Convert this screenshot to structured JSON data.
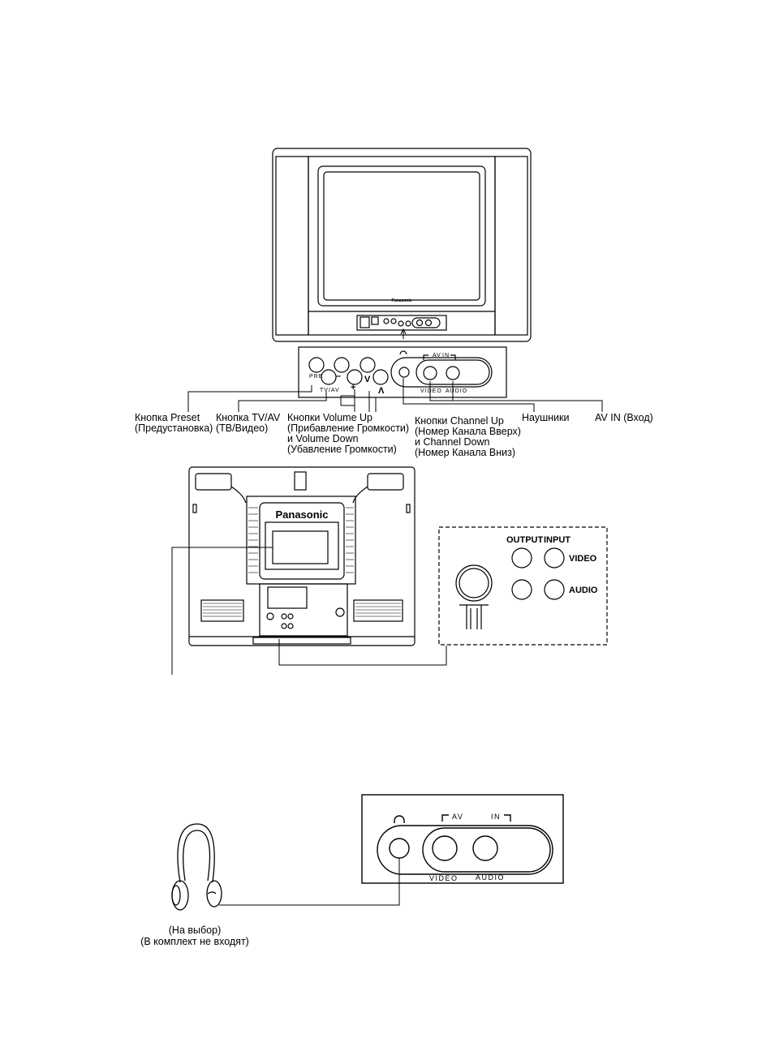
{
  "front_panel": {
    "brand": "Panasonic",
    "pre_label": "PRE",
    "tvav_label": "TV/AV",
    "minus_label": "–",
    "plus_label": "+",
    "down_label": "V",
    "up_label": "Λ",
    "av_label": "AV",
    "in_label": "IN",
    "video_label": "VIDEO",
    "audio_label": "AUDIO"
  },
  "callouts": {
    "preset_1": "Кнопка Preset",
    "preset_2": "(Предустановка)",
    "tvav_1": "Кнопка TV/AV",
    "tvav_2": "(ТВ/Видео)",
    "volume_1": "Кнопки Volume Up",
    "volume_2": "(Прибавление Громкости)",
    "volume_3": "и Volume Down",
    "volume_4": "(Убавление Громкости)",
    "channel_1": "Кнопки Channel Up",
    "channel_2": "(Номер Канала Вверх)",
    "channel_3": "и Channel Down",
    "channel_4": "(Номер Канала Вниз)",
    "headphones": "Наушники",
    "av_in": "AV IN (Вход)"
  },
  "rear_panel": {
    "brand": "Panasonic",
    "output_label": "OUTPUT",
    "input_label": "INPUT",
    "video_label": "VIDEO",
    "audio_label": "AUDIO"
  },
  "headphone_diagram": {
    "av_label": "AV",
    "in_label": "IN",
    "video_label": "VIDEO",
    "audio_label": "AUDIO",
    "optional_1": "(На выбор)",
    "optional_2": "(В комплект не входят)"
  }
}
